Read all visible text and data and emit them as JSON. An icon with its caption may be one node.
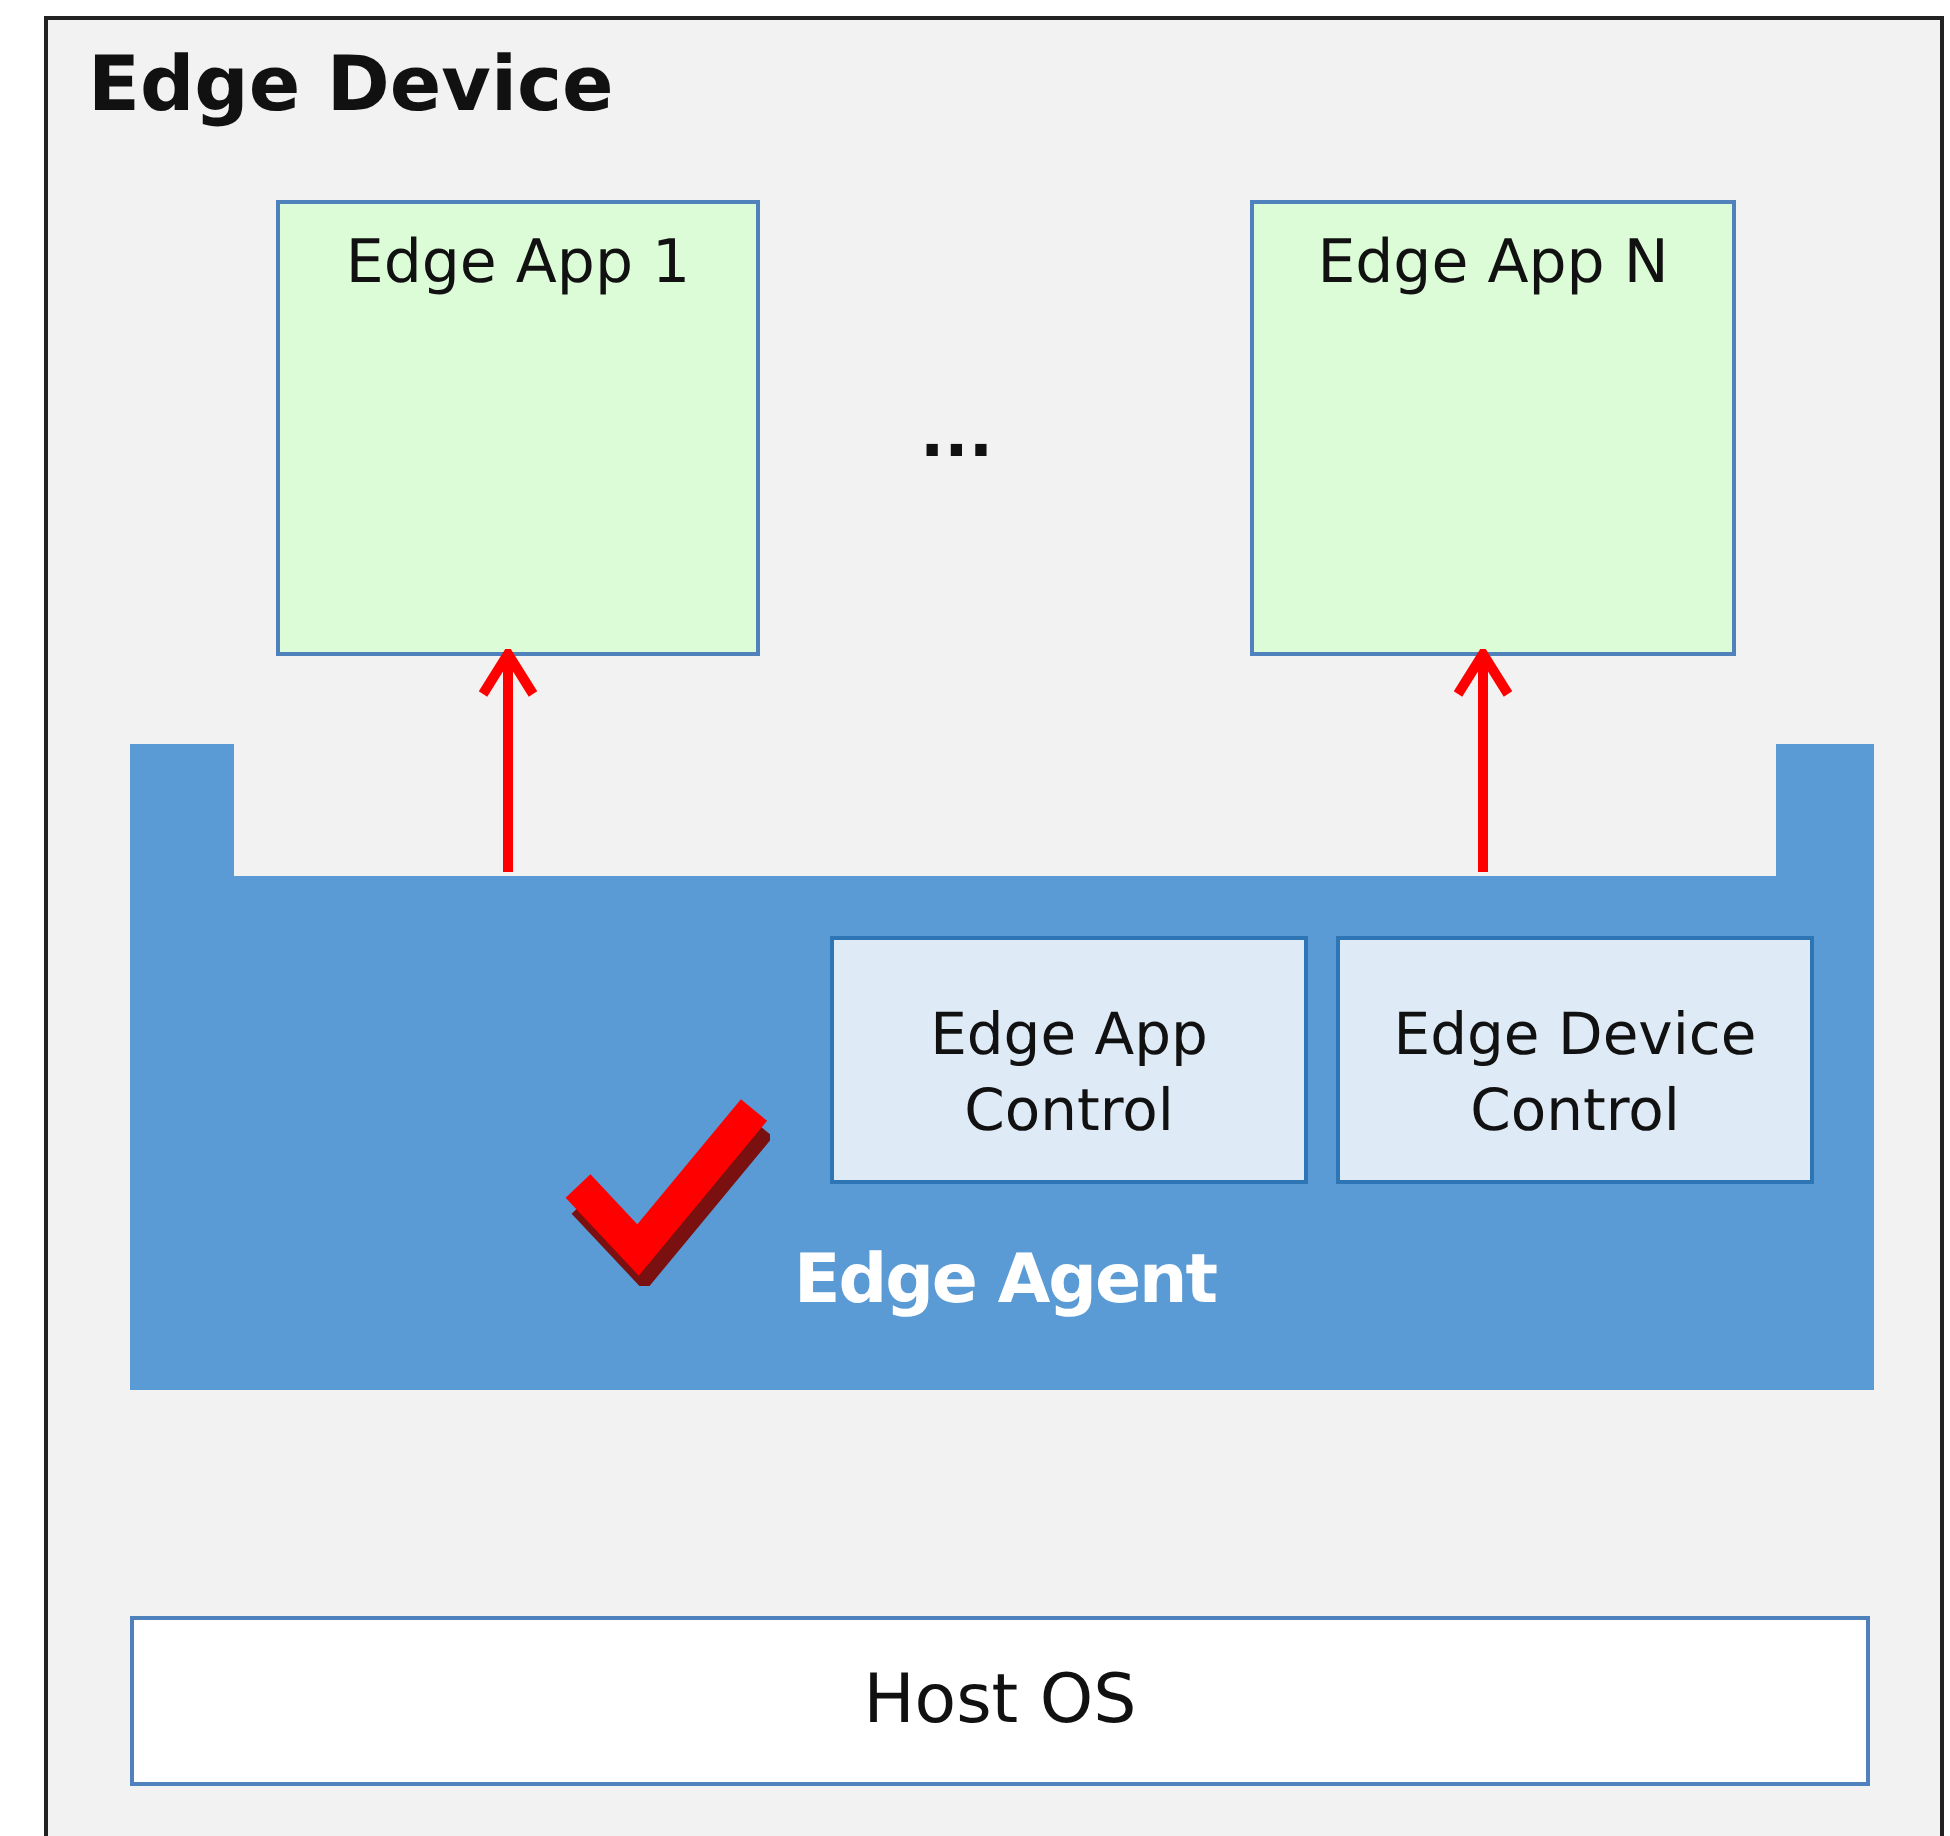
{
  "diagram": {
    "nodes": [
      {
        "text": [
          "Edge Device"
        ]
      },
      {
        "text": [
          "Edge App 1"
        ],
        "in": 0
      },
      {
        "text": [
          "Edge App N"
        ],
        "in": 0
      },
      {
        "text": [
          "Edge Agent"
        ],
        "in": 0
      },
      {
        "text": [
          "Edge App Control"
        ],
        "in": 3
      },
      {
        "text": [
          "Edge Device Control"
        ],
        "in": 3
      },
      {
        "text": [
          "Host OS"
        ],
        "in": 0
      }
    ],
    "edges": [
      {
        "from": 3,
        "to": 1,
        "arrow": "to"
      },
      {
        "from": 3,
        "to": 2,
        "arrow": "to"
      }
    ],
    "labels": [
      "..."
    ]
  }
}
